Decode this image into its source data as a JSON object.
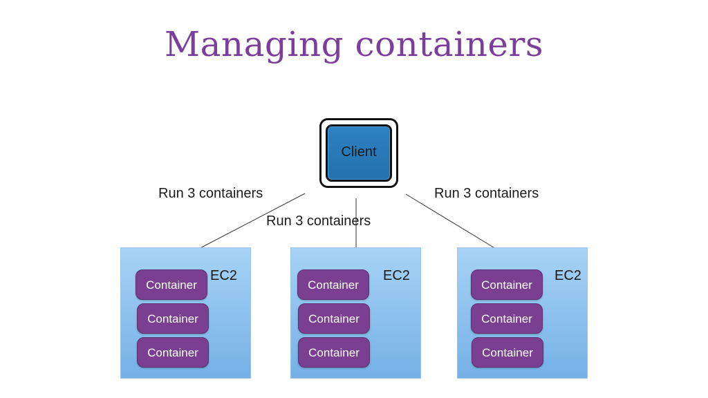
{
  "title": "Managing containers",
  "client": {
    "label": "Client"
  },
  "edges": [
    {
      "label": "Run 3 containers"
    },
    {
      "label": "Run 3 containers"
    },
    {
      "label": "Run 3 containers"
    }
  ],
  "hosts": [
    {
      "label": "EC2",
      "containers": [
        "Container",
        "Container",
        "Container"
      ]
    },
    {
      "label": "EC2",
      "containers": [
        "Container",
        "Container",
        "Container"
      ]
    },
    {
      "label": "EC2",
      "containers": [
        "Container",
        "Container",
        "Container"
      ]
    }
  ],
  "colors": {
    "title": "#7b3f9b",
    "client_fill": "#2470ad",
    "ec2_fill": "#8fc2ee",
    "container_fill": "#7a3f91"
  }
}
